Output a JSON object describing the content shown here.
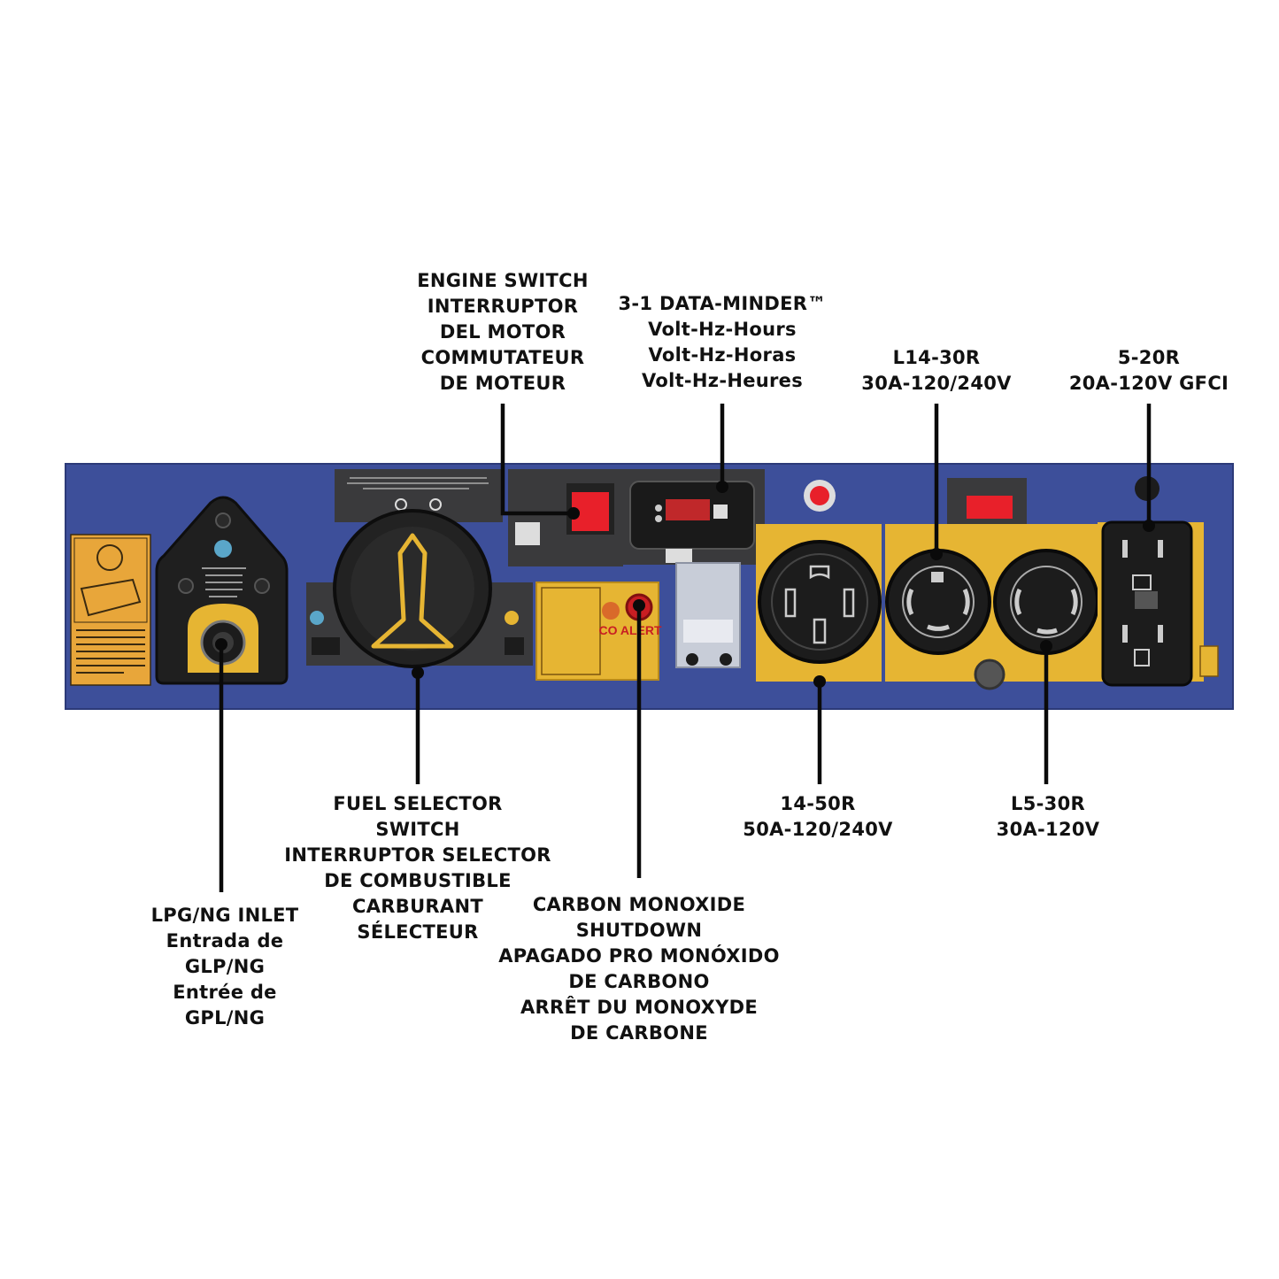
{
  "callouts": {
    "engine_switch": [
      "ENGINE SWITCH",
      "INTERRUPTOR",
      "DEL MOTOR",
      "COMMUTATEUR",
      "DE MOTEUR"
    ],
    "data_minder": [
      "3-1 DATA-MINDER™",
      "Volt-Hz-Hours",
      "Volt-Hz-Horas",
      "Volt-Hz-Heures"
    ],
    "l14_30r": [
      "L14-30R",
      "30A-120/240V"
    ],
    "r5_20r": [
      "5-20R",
      "20A-120V GFCI"
    ],
    "fuel_selector": [
      "FUEL SELECTOR",
      "SWITCH",
      "INTERRUPTOR SELECTOR",
      "DE COMBUSTIBLE",
      "CARBURANT",
      "SÉLECTEUR"
    ],
    "lpg_inlet": [
      "LPG/NG INLET",
      "Entrada de",
      "GLP/NG",
      "Entrée de",
      "GPL/NG"
    ],
    "co_shutdown": [
      "CARBON MONOXIDE",
      "SHUTDOWN",
      "APAGADO PRO MONÓXIDO",
      "DE CARBONO",
      "ARRÊT DU MONOXYDE",
      "DE CARBONE"
    ],
    "r14_50r": [
      "14-50R",
      "50A-120/240V"
    ],
    "l5_30r": [
      "L5-30R",
      "30A-120V"
    ]
  },
  "panel_text": {
    "co_alert": "CO ALERT"
  },
  "colors": {
    "panel_blue": "#3d4f9a",
    "accent_yellow": "#e6b533",
    "outlet_black": "#1c1c1c",
    "switch_red": "#e8202a"
  }
}
